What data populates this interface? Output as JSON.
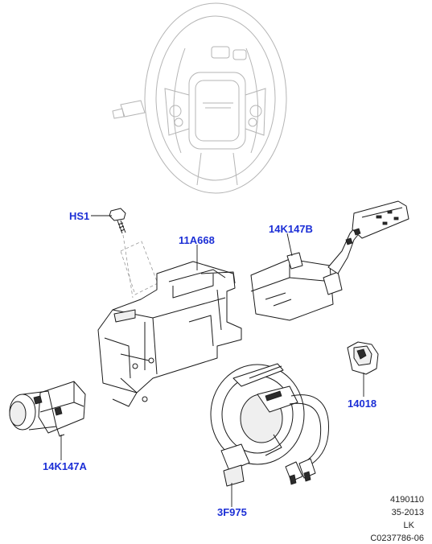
{
  "callouts": [
    {
      "id": "HS1",
      "label": "HS1"
    },
    {
      "id": "11A668",
      "label": "11A668"
    },
    {
      "id": "14K147B",
      "label": "14K147B"
    },
    {
      "id": "14018",
      "label": "14018"
    },
    {
      "id": "14K147A",
      "label": "14K147A"
    },
    {
      "id": "3F975",
      "label": "3F975"
    }
  ],
  "footer": {
    "line1": "4190110",
    "line2": "35-2013",
    "line3": "LK",
    "line4": "C0237786-06"
  },
  "colors": {
    "callout_text": "#1c2fd6",
    "line_art": "#1a1a1a",
    "faded_art": "#b5b5b5"
  }
}
